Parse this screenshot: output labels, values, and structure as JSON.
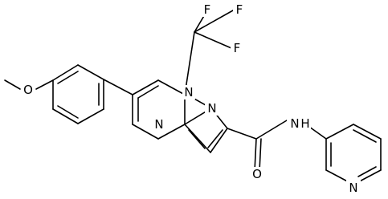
{
  "molecule": {
    "atoms": {
      "F1": "F",
      "F2": "F",
      "F3": "F",
      "O_methoxy": "O",
      "N_pyrimidine": "N",
      "N_bridge": "N",
      "N_pyrazole": "N",
      "O_carbonyl": "O",
      "N_amide": "N",
      "H_amide": "H",
      "N_pyridine": "N"
    },
    "bond_color": "#000000",
    "background": "#ffffff"
  }
}
